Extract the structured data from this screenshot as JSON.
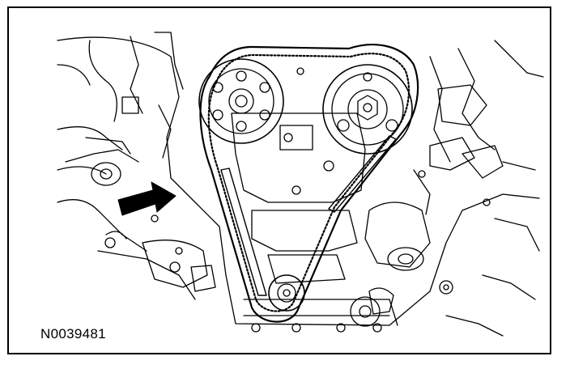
{
  "figure": {
    "id_label": "N0039481"
  },
  "illustration": {
    "subject": "engine-timing-chain-assembly",
    "line_color": "#000000",
    "background_color": "#ffffff",
    "callout": "arrow-pointing-at-timing-chain"
  }
}
